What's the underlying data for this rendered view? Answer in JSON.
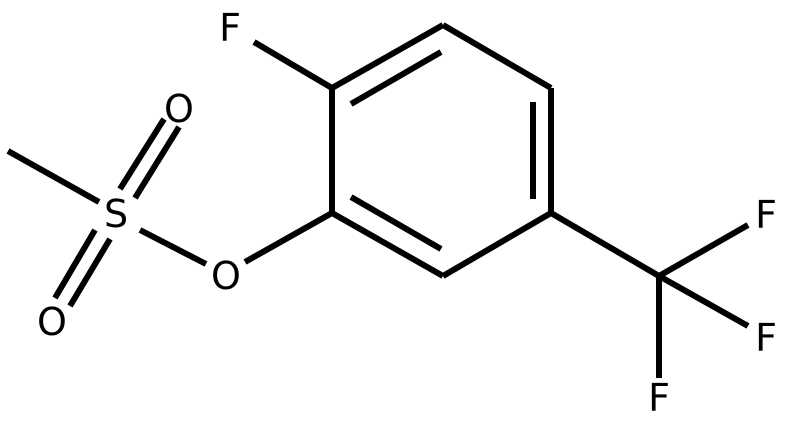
{
  "molecule": {
    "atoms": {
      "fluoro": "F",
      "ester_oxygen": "O",
      "sulfur": "S",
      "sulfonyl_oxygen_top": "O",
      "sulfonyl_oxygen_bottom": "O",
      "cf3_fluorine_top": "F",
      "cf3_fluorine_middle": "F",
      "cf3_fluorine_bottom": "F"
    }
  }
}
